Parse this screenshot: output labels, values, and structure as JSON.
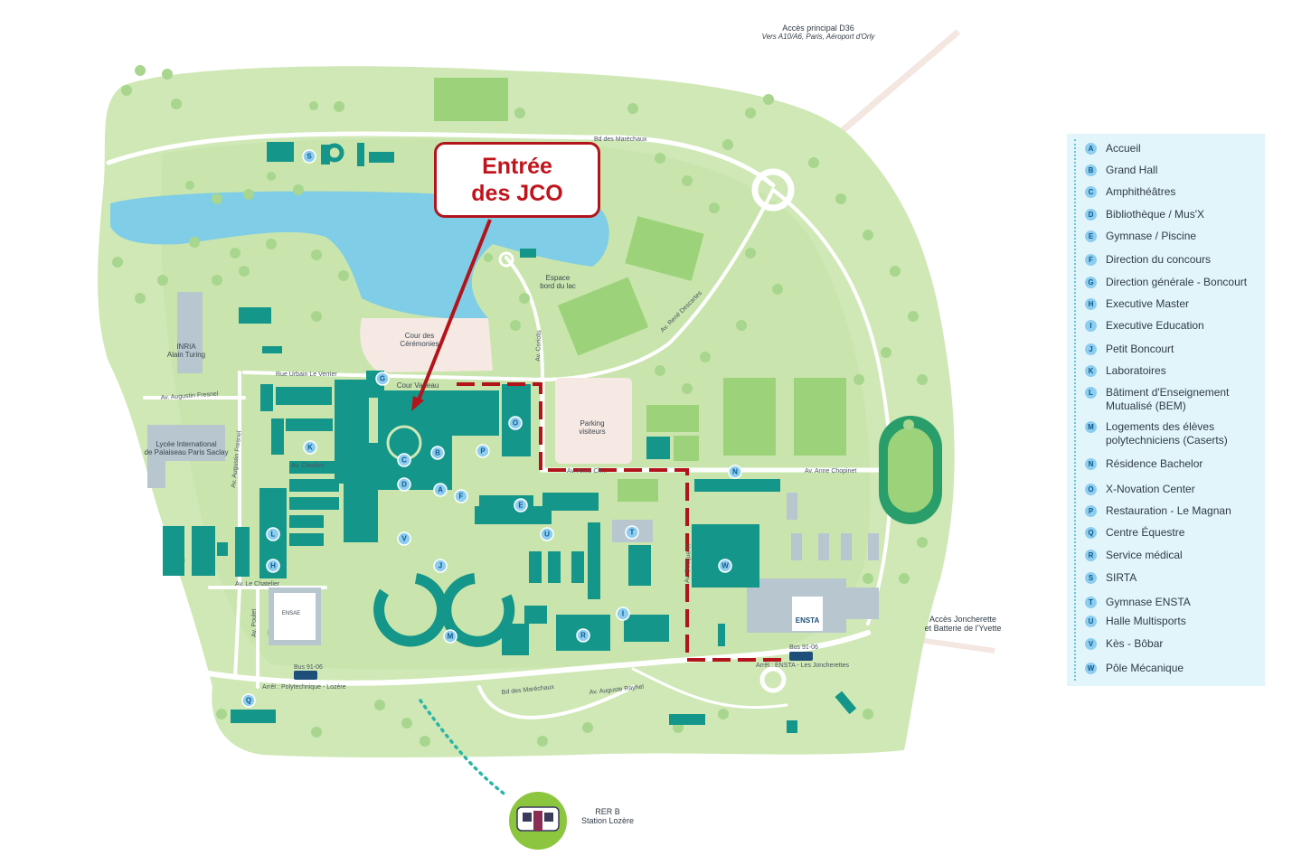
{
  "callout": {
    "line1": "Entrée",
    "line2": "des JCO"
  },
  "access": {
    "main_title": "Accès principal D36",
    "main_sub": "Vers A10/A6, Paris, Aéroport d'Orly",
    "east_line1": "Accès Joncherette",
    "east_line2": "et Batterie de l'Yvette",
    "rer_line1": "RER B",
    "rer_line2": "Station Lozère"
  },
  "places": {
    "cour_ceremonies_1": "Cour des",
    "cour_ceremonies_2": "Cérémonies",
    "cour_vaneau": "Cour Vaneau",
    "espace_lac_1": "Espace",
    "espace_lac_2": "bord du lac",
    "inria_1": "INRIA",
    "inria_2": "Alain Turing",
    "lycee_1": "Lycée International",
    "lycee_2": "de Palaiseau Paris Saclay",
    "parking_1": "Parking",
    "parking_2": "visiteurs",
    "ensta": "ENSTA",
    "ensae": "ENSAE"
  },
  "streets": {
    "bd_marechaux_north": "Bd des Maréchaux",
    "bd_marechaux_south": "Bd des Maréchaux",
    "rue_le_verrier": "Rue Urbain Le Verrier",
    "av_fresnel_h": "Av. Augustin Fresnel",
    "av_fresnel_v": "Av. Augustin Fresnel",
    "av_chasles": "Av. Chasles",
    "av_chatelier": "Av. Le Chatelier",
    "av_poulet": "Av. Poulet",
    "av_coriolis": "Av. Coriolis",
    "av_descartes": "Av. René Descartes",
    "av_chopinet_w": "Av. Anne Ch...",
    "av_chopinet_e": "Av. Anne Chopinet",
    "av_becquerel": "Av. Becquerel",
    "av_rayhel": "Av. Auguste Rayhel",
    "bus_west_1": "Bus 91-06",
    "bus_west_2": "Arrêt : Polytechnique - Lozère",
    "bus_east_1": "Bus 91-06",
    "bus_east_2": "Arrêt : ENSTA - Les Joncherettes"
  },
  "markers": [
    {
      "letter": "A",
      "label": "Accueil"
    },
    {
      "letter": "B",
      "label": "Grand Hall"
    },
    {
      "letter": "C",
      "label": "Amphithéâtres"
    },
    {
      "letter": "D",
      "label": "Bibliothèque / Mus'X"
    },
    {
      "letter": "E",
      "label": "Gymnase / Piscine"
    },
    {
      "letter": "F",
      "label": "Direction du concours"
    },
    {
      "letter": "G",
      "label": "Direction générale - Boncourt"
    },
    {
      "letter": "H",
      "label": "Executive Master"
    },
    {
      "letter": "I",
      "label": "Executive Education"
    },
    {
      "letter": "J",
      "label": "Petit Boncourt"
    },
    {
      "letter": "K",
      "label": "Laboratoires"
    },
    {
      "letter": "L",
      "label": "Bâtiment d'Enseignement Mutualisé (BEM)"
    },
    {
      "letter": "M",
      "label": "Logements des élèves polytechniciens (Caserts)"
    },
    {
      "letter": "N",
      "label": "Résidence Bachelor"
    },
    {
      "letter": "O",
      "label": "X-Novation Center"
    },
    {
      "letter": "P",
      "label": "Restauration - Le Magnan"
    },
    {
      "letter": "Q",
      "label": "Centre Équestre"
    },
    {
      "letter": "R",
      "label": "Service médical"
    },
    {
      "letter": "S",
      "label": "SIRTA"
    },
    {
      "letter": "T",
      "label": "Gymnase ENSTA"
    },
    {
      "letter": "U",
      "label": "Halle Multisports"
    },
    {
      "letter": "V",
      "label": "Kès - Bôbar"
    },
    {
      "letter": "W",
      "label": "Pôle Mécanique"
    }
  ],
  "colors": {
    "campus": "#cfe8b5",
    "lake": "#7fcde6",
    "building": "#14968a",
    "route": "#b3141b",
    "legend_bg": "#e2f5fb"
  }
}
